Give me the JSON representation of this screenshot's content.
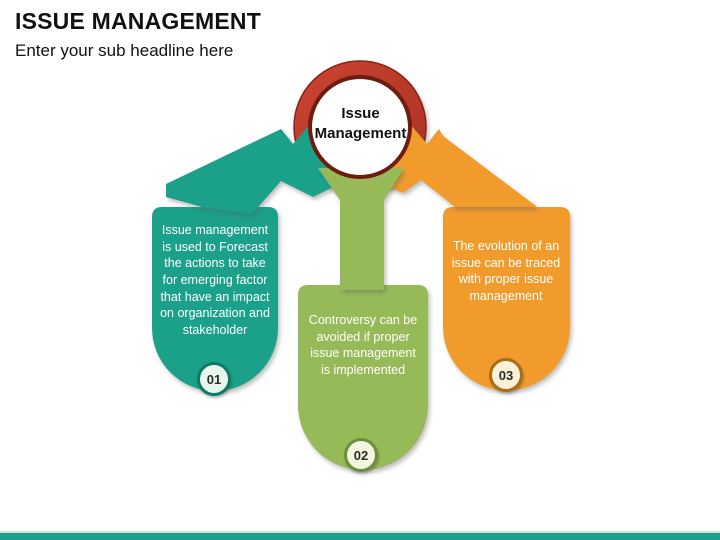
{
  "slide": {
    "title": "ISSUE MANAGEMENT",
    "subtitle": "Enter your sub headline here"
  },
  "diagram": {
    "center": {
      "label": "Issue Management",
      "ring_color": "#c03a2b",
      "ring_border_color": "#701b10"
    },
    "items": [
      {
        "number": "01",
        "text": "Issue management is used to Forecast the actions to take for emerging factor that have an impact on organization and stakeholder",
        "color": "#1ba189",
        "badge_ring": "#0d7a66",
        "badge_fill": "#e7f7ee"
      },
      {
        "number": "02",
        "text": "Controversy can be avoided if proper issue management is implemented",
        "color": "#97ba59",
        "badge_ring": "#6d8f3c",
        "badge_fill": "#f3f5e1"
      },
      {
        "number": "03",
        "text": "The evolution of an issue can be traced with proper issue management",
        "color": "#f09b2c",
        "badge_ring": "#a96d12",
        "badge_fill": "#fbf1da"
      }
    ]
  },
  "footer": {
    "bar_color": "#1aa189"
  }
}
